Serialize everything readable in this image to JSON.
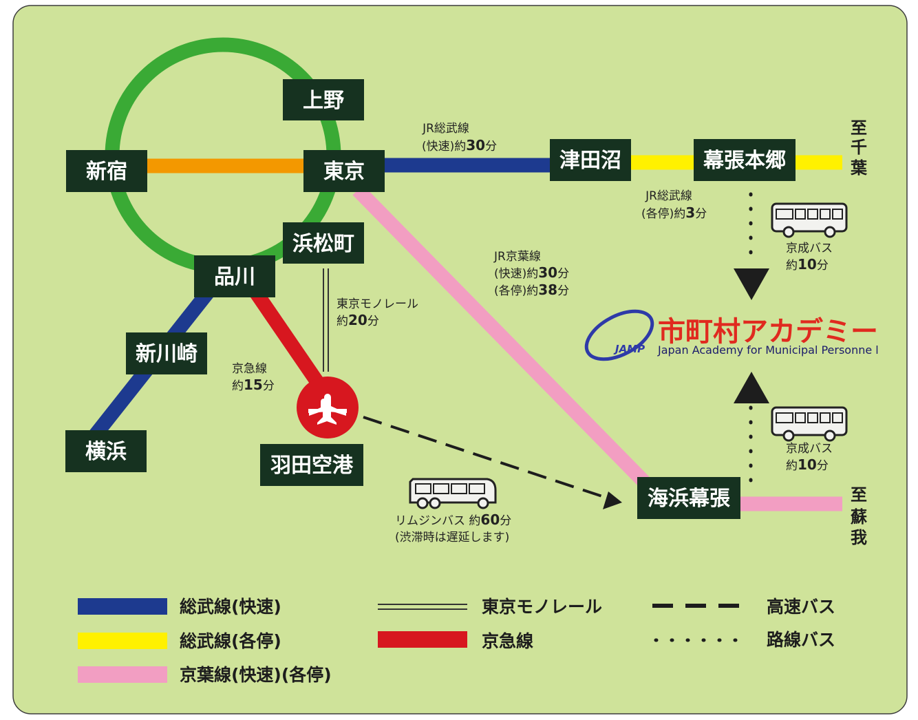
{
  "colors": {
    "background": "#cfe39a",
    "yamanote": "#3aaa35",
    "chuo": "#f39800",
    "sobu_rapid": "#1d3a8f",
    "sobu_local": "#fff100",
    "keiyo": "#f29ec2",
    "keikyu": "#d7171f",
    "station_box": "#163220",
    "airport_circle": "#d7171f"
  },
  "stations": {
    "ueno": "上野",
    "shinjuku": "新宿",
    "tokyo": "東京",
    "hamamatsucho": "浜松町",
    "shinagawa": "品川",
    "shinkawasaki": "新川崎",
    "yokohama": "横浜",
    "haneda": "羽田空港",
    "tsudanuma": "津田沼",
    "makuharihongo": "幕張本郷",
    "kaihinmakuhari": "海浜幕張"
  },
  "destinations": {
    "chiba": [
      "至",
      "千",
      "葉"
    ],
    "soga": [
      "至",
      "蘇",
      "我"
    ]
  },
  "annotations": {
    "sobu_rapid": {
      "line1": "JR総武線",
      "prefix": "(快速)約",
      "minutes": "30",
      "unit": "分"
    },
    "sobu_local": {
      "line1": "JR総武線",
      "prefix": "(各停)約",
      "minutes": "3",
      "unit": "分"
    },
    "keiyo": {
      "line1": "JR京葉線",
      "rapid_prefix": "(快速)約",
      "rapid_minutes": "30",
      "local_prefix": "(各停)約",
      "local_minutes": "38",
      "unit": "分"
    },
    "monorail": {
      "line1": "東京モノレール",
      "prefix": "約",
      "minutes": "20",
      "unit": "分"
    },
    "keikyu": {
      "line1": "京急線",
      "prefix": "約",
      "minutes": "15",
      "unit": "分"
    },
    "keisei_bus_top": {
      "line1": "京成バス",
      "prefix": "約",
      "minutes": "10",
      "unit": "分"
    },
    "keisei_bus_bottom": {
      "line1": "京成バス",
      "prefix": "約",
      "minutes": "10",
      "unit": "分"
    },
    "limousine": {
      "prefix": "リムジンバス 約",
      "minutes": "60",
      "unit": "分",
      "note": "(渋滞時は遅延します)"
    }
  },
  "logo": {
    "mark": "JAMP",
    "name_jp": "市町村アカデミー",
    "name_en": "Japan Academy for Municipal Personne l"
  },
  "legend": {
    "sobu_rapid": "総武線(快速)",
    "sobu_local": "総武線(各停)",
    "keiyo": "京葉線(快速)(各停)",
    "monorail": "東京モノレール",
    "keikyu": "京急線",
    "highway_bus": "高速バス",
    "route_bus": "路線バス"
  }
}
